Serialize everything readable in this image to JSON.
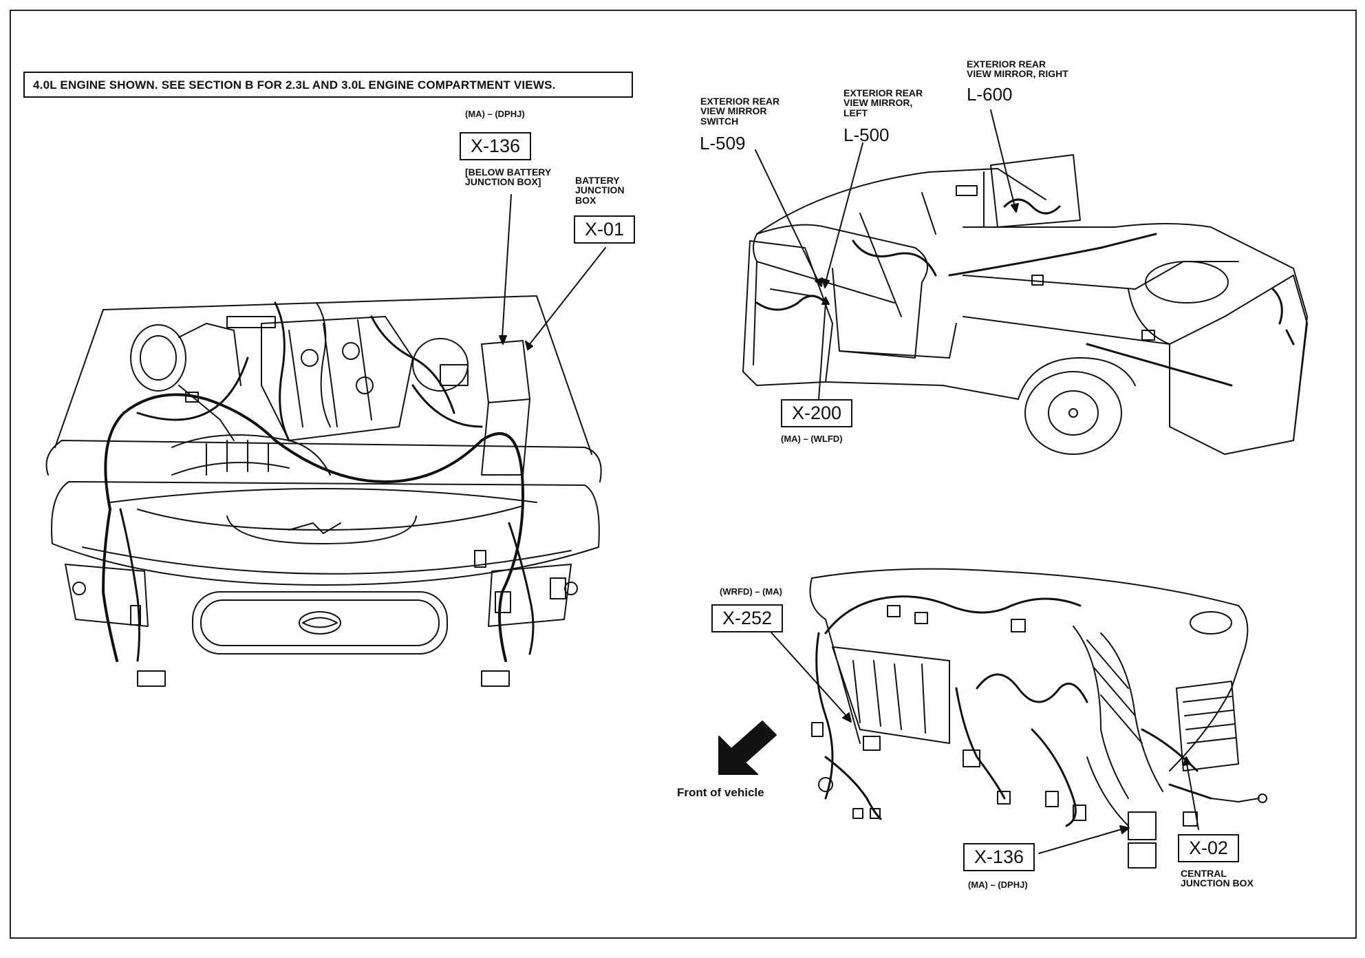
{
  "note": "4.0L ENGINE SHOWN. SEE SECTION B FOR 2.3L AND 3.0L ENGINE COMPARTMENT VIEWS.",
  "engine": {
    "x136": {
      "code": "X-136",
      "sub": "(MA) – (DPHJ)",
      "desc_line1": "[BELOW BATTERY",
      "desc_line2": "JUNCTION BOX]"
    },
    "x01": {
      "code": "X-01",
      "desc_line1": "BATTERY",
      "desc_line2": "JUNCTION",
      "desc_line3": "BOX"
    }
  },
  "truck": {
    "l509": {
      "code": "L-509",
      "line1": "EXTERIOR REAR",
      "line2": "VIEW MIRROR",
      "line3": "SWITCH"
    },
    "l500": {
      "code": "L-500",
      "line1": "EXTERIOR REAR",
      "line2": "VIEW MIRROR,",
      "line3": "LEFT"
    },
    "l600": {
      "code": "L-600",
      "line1": "EXTERIOR REAR",
      "line2": "VIEW MIRROR, RIGHT"
    },
    "x200": {
      "code": "X-200",
      "sub": "(MA) – (WLFD)"
    }
  },
  "dash": {
    "x252": {
      "code": "X-252",
      "sub": "(WRFD) – (MA)"
    },
    "x136": {
      "code": "X-136",
      "sub": "(MA) – (DPHJ)"
    },
    "x02": {
      "code": "X-02",
      "desc_line1": "CENTRAL",
      "desc_line2": "JUNCTION BOX"
    },
    "front": "Front of vehicle"
  }
}
